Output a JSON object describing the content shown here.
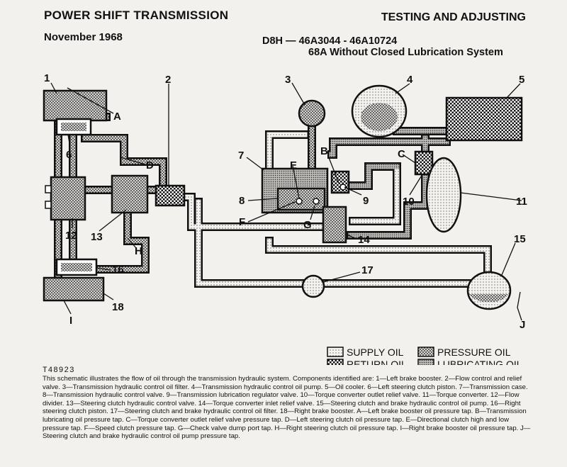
{
  "header": {
    "title": "POWER SHIFT TRANSMISSION",
    "section": "TESTING AND ADJUSTING",
    "date": "November 1968",
    "model": "D8H — 46A3044 - 46A10724",
    "subtitle": "68A Without Closed Lubrication System"
  },
  "callouts": {
    "n1": "1",
    "n2": "2",
    "n3": "3",
    "n4": "4",
    "n5": "5",
    "n6": "6",
    "n7": "7",
    "n8": "8",
    "n9": "9",
    "n10": "10",
    "n11": "11",
    "n12": "12",
    "n13": "13",
    "n14": "14",
    "n15": "15",
    "n16": "16",
    "n17": "17",
    "n18": "18",
    "A": "A",
    "B": "B",
    "C": "C",
    "D": "D",
    "E": "E",
    "F": "F",
    "G": "G",
    "H": "H",
    "I": "I",
    "J": "J"
  },
  "legend": {
    "supply": "SUPPLY OIL",
    "pressure": "PRESSURE OIL",
    "return": "RETURN OIL",
    "lubricating": "LUBRICATING OIL"
  },
  "figure_id": "T48923",
  "caption": "This schematic illustrates the flow of oil through the transmission hydraulic system. Components identified are: 1—Left brake booster. 2—Flow control and relief valve. 3—Transmission hydraulic control oil filter. 4—Transmission hydraulic control oil pump. 5—Oil cooler. 6—Left steering clutch piston. 7—Transmission case. 8—Transmission hydraulic control valve. 9—Transmission lubrication regulator valve. 10—Torque converter outlet relief valve. 11—Torque converter. 12—Flow divider. 13—Steering clutch hydraulic control valve. 14—Torque converter inlet relief valve. 15—Steering clutch and brake hydraulic control oil pump. 16—Right steering clutch piston. 17—Steering clutch and brake hydraulic control oil filter. 18—Right brake booster. A—Left brake booster oil pressure tap. B—Transmission lubricating oil pressure tap. C—Torque converter outlet relief valve pressure tap. D—Left steering clutch oil pressure tap. E—Directional clutch high and low pressure tap. F—Speed clutch pressure tap. G—Check valve dump port tap. H—Right steering clutch oil pressure tap. I—Right brake booster oil pressure tap. J—Steering clutch and brake hydraulic control oil pump pressure tap."
}
